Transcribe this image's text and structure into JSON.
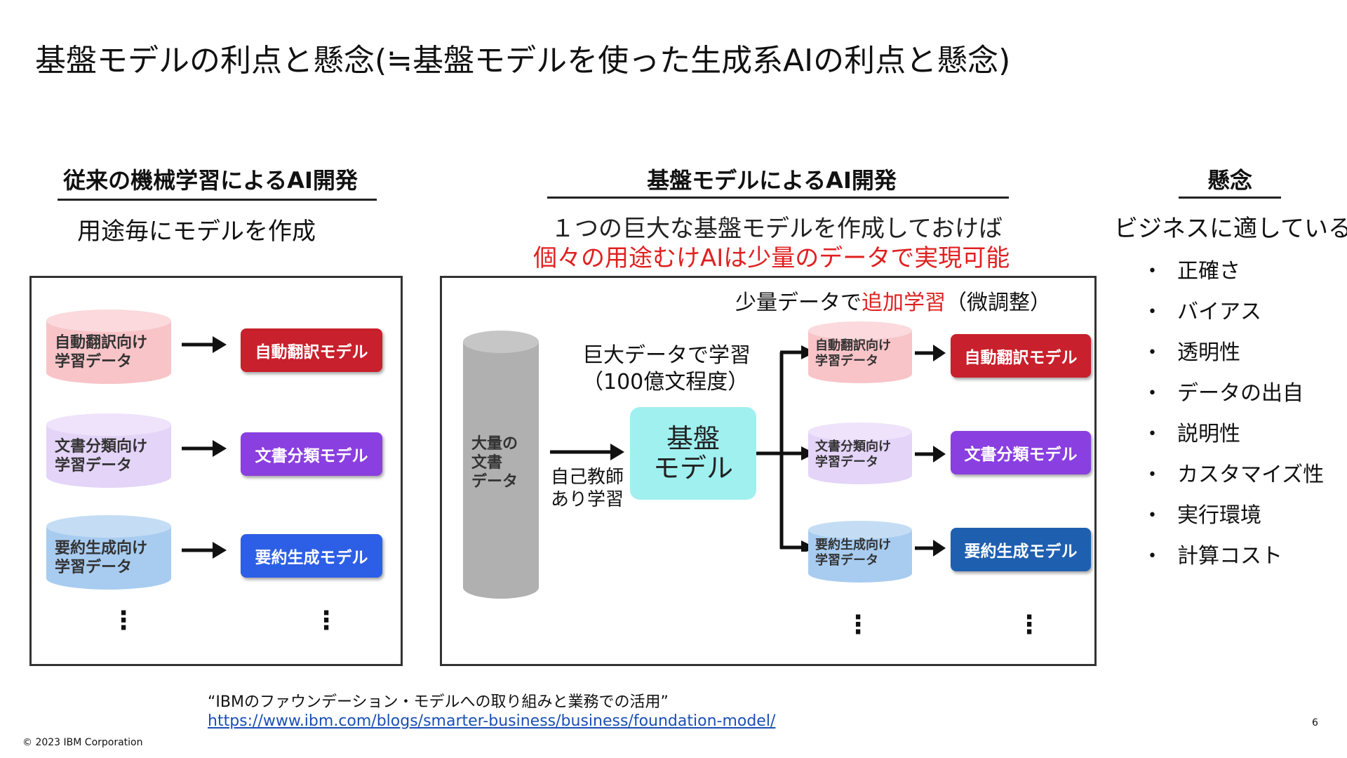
{
  "title": "基盤モデルの利点と懸念(≒基盤モデルを使った生成系AIの利点と懸念)",
  "left": {
    "heading": "従来の機械学習によるAI開発",
    "subtitle": "用途毎にモデルを作成",
    "rows": [
      {
        "data": [
          "自動翻訳向け",
          "学習データ"
        ],
        "model": "自動翻訳モデル"
      },
      {
        "data": [
          "文書分類向け",
          "学習データ"
        ],
        "model": "文書分類モデル"
      },
      {
        "data": [
          "要約生成向け",
          "学習データ"
        ],
        "model": "要約生成モデル"
      }
    ],
    "ellipsis": "⋮"
  },
  "center": {
    "heading": "基盤モデルによるAI開発",
    "line1": "１つの巨大な基盤モデルを作成しておけば",
    "line2": "個々の用途むけAIは少量のデータで実現可能",
    "finetune_prefix": "少量データで",
    "finetune_highlight": "追加学習",
    "finetune_suffix": "（微調整）",
    "big_data": [
      "大量の",
      "文書",
      "データ"
    ],
    "self_supervised": [
      "自己教師",
      "あり学習"
    ],
    "pretrain": [
      "巨大データで学習",
      "（100億文程度）"
    ],
    "foundation": [
      "基盤",
      "モデル"
    ],
    "rows": [
      {
        "data": [
          "自動翻訳向け",
          "学習データ"
        ],
        "model": "自動翻訳モデル"
      },
      {
        "data": [
          "文書分類向け",
          "学習データ"
        ],
        "model": "文書分類モデル"
      },
      {
        "data": [
          "要約生成向け",
          "学習データ"
        ],
        "model": "要約生成モデル"
      }
    ],
    "ellipsis": "⋮"
  },
  "right": {
    "heading": "懸念",
    "subtitle": "ビジネスに適しているか",
    "items": [
      "正確さ",
      "バイアス",
      "透明性",
      "データの出自",
      "説明性",
      "カスタマイズ性",
      "実行環境",
      "計算コスト"
    ]
  },
  "footer": {
    "source": "“IBMのファウンデーション・モデルへの取り組みと業務での活用”",
    "link": "https://www.ibm.com/blogs/smarter-business/business/foundation-model/",
    "copyright": "© 2023 IBM Corporation",
    "page": "6"
  },
  "colors": {
    "red_text": "#e02020",
    "translate_model": "#c8202c",
    "translate_data": "#f8c4c8",
    "classify_model": "#8a3fe0",
    "classify_data": "#e4d4f8",
    "summary_model": "#2d5fe6",
    "summary_model_dark": "#1f5fb0",
    "summary_data": "#a8ccf0",
    "foundation_box": "#a0f0f0",
    "cylinder_gray": "#b0b0b0"
  }
}
